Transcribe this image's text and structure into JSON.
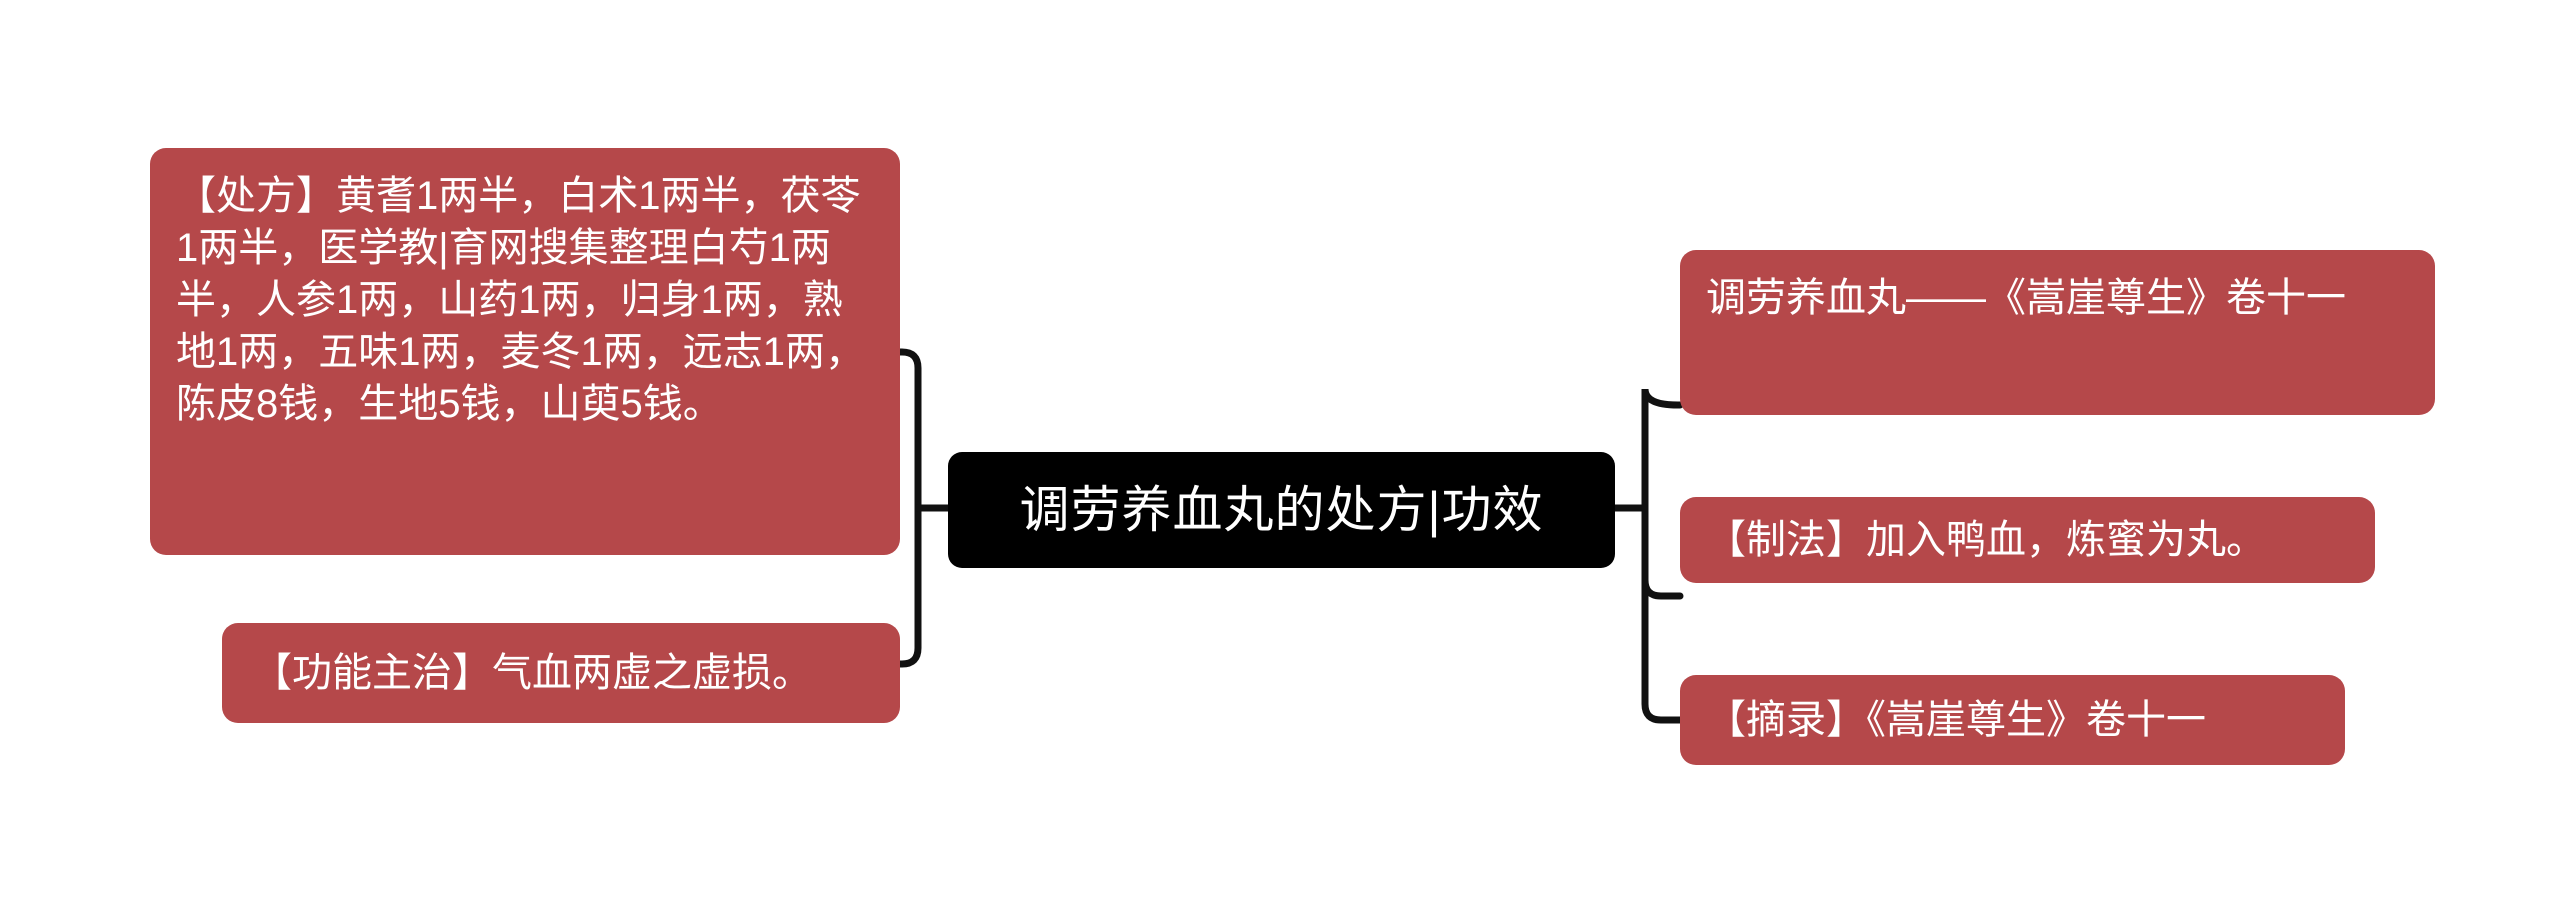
{
  "diagram": {
    "type": "mindmap",
    "title": "调劳养血丸的处方|功效",
    "background_color": "#ffffff",
    "node_color": "#b5484a",
    "root_color": "#000000",
    "connector_color": "#111111",
    "text_color": "#ffffff"
  },
  "root": {
    "label": "调劳养血丸的处方|功效"
  },
  "left_branch": {
    "nodes": [
      {
        "id": "prescription",
        "label": "【处方】黄耆1两半，白术1两半，茯苓1两半，医学教|育网搜集整理白芍1两半，人参1两，山药1两，归身1两，熟地1两，五味1两，麦冬1两，远志1两，陈皮8钱，生地5钱，山萸5钱。"
      },
      {
        "id": "indications",
        "label": "【功能主治】气血两虚之虚损。"
      }
    ]
  },
  "right_branch": {
    "nodes": [
      {
        "id": "source",
        "label": "调劳养血丸——《嵩崖尊生》卷十一"
      },
      {
        "id": "preparation",
        "label": "【制法】加入鸭血，炼蜜为丸。"
      },
      {
        "id": "excerpt",
        "label": "【摘录】《嵩崖尊生》卷十一"
      }
    ]
  }
}
